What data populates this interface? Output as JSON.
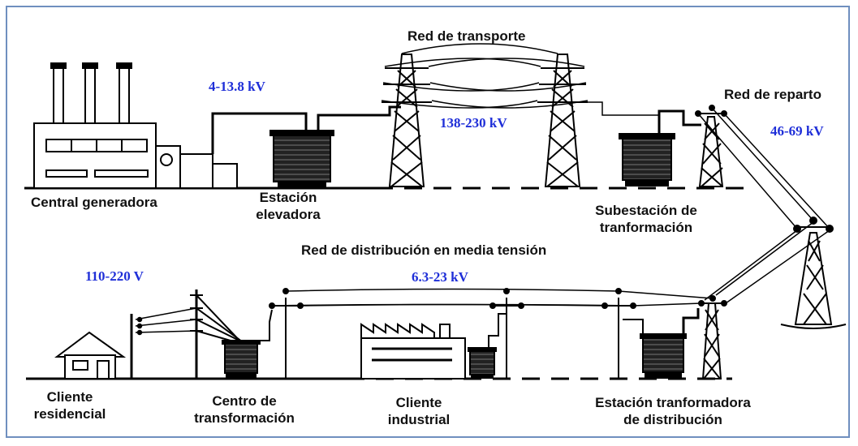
{
  "labels": {
    "red_transporte": "Red de transporte",
    "red_reparto": "Red de reparto",
    "central_generadora": "Central generadora",
    "estacion_elevadora_l1": "Estación",
    "estacion_elevadora_l2": "elevadora",
    "subestacion_l1": "Subestación de",
    "subestacion_l2": "tranformación",
    "red_distribucion": "Red de distribución en media tensión",
    "cliente_residencial_l1": "Cliente",
    "cliente_residencial_l2": "residencial",
    "centro_transformacion_l1": "Centro de",
    "centro_transformacion_l2": "transformación",
    "cliente_industrial_l1": "Cliente",
    "cliente_industrial_l2": "industrial",
    "estacion_distribucion_l1": "Estación tranformadora",
    "estacion_distribucion_l2": "de distribución"
  },
  "voltages": {
    "generation": "4-13.8 kV",
    "transport": "138-230 kV",
    "reparto": "46-69 kV",
    "low_voltage": "110-220 V",
    "medium_voltage": "6.3-23 kV"
  },
  "colors": {
    "frame_border": "#6f8fbf",
    "voltage_text": "#1f2fd8",
    "line": "#000000"
  }
}
